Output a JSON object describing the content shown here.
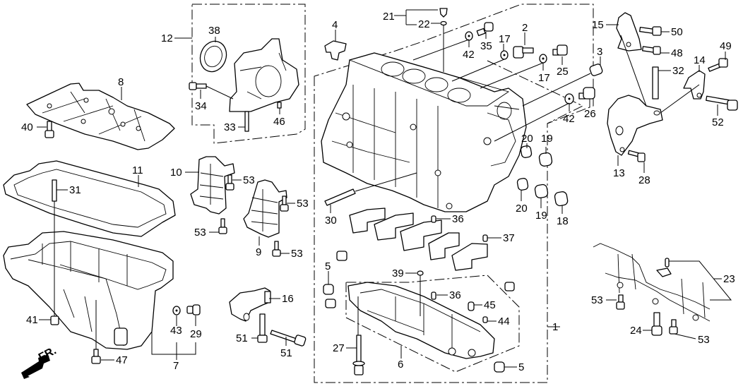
{
  "diagram": {
    "title": "Cylinder Block / Oil Pan exploded parts diagram",
    "direction_marker": "FR.",
    "callouts": [
      {
        "id": "c1",
        "label": "1"
      },
      {
        "id": "c2",
        "label": "2"
      },
      {
        "id": "c3",
        "label": "3"
      },
      {
        "id": "c4",
        "label": "4"
      },
      {
        "id": "c5a",
        "label": "5"
      },
      {
        "id": "c5b",
        "label": "5"
      },
      {
        "id": "c6",
        "label": "6"
      },
      {
        "id": "c7",
        "label": "7"
      },
      {
        "id": "c8",
        "label": "8"
      },
      {
        "id": "c9",
        "label": "9"
      },
      {
        "id": "c10",
        "label": "10"
      },
      {
        "id": "c11",
        "label": "11"
      },
      {
        "id": "c12",
        "label": "12"
      },
      {
        "id": "c13",
        "label": "13"
      },
      {
        "id": "c14",
        "label": "14"
      },
      {
        "id": "c15",
        "label": "15"
      },
      {
        "id": "c16",
        "label": "16"
      },
      {
        "id": "c17a",
        "label": "17"
      },
      {
        "id": "c17b",
        "label": "17"
      },
      {
        "id": "c18",
        "label": "18"
      },
      {
        "id": "c19a",
        "label": "19"
      },
      {
        "id": "c19b",
        "label": "19"
      },
      {
        "id": "c20a",
        "label": "20"
      },
      {
        "id": "c20b",
        "label": "20"
      },
      {
        "id": "c21",
        "label": "21"
      },
      {
        "id": "c22",
        "label": "22"
      },
      {
        "id": "c23",
        "label": "23"
      },
      {
        "id": "c24",
        "label": "24"
      },
      {
        "id": "c25",
        "label": "25"
      },
      {
        "id": "c26",
        "label": "26"
      },
      {
        "id": "c27",
        "label": "27"
      },
      {
        "id": "c28",
        "label": "28"
      },
      {
        "id": "c29",
        "label": "29"
      },
      {
        "id": "c30",
        "label": "30"
      },
      {
        "id": "c31",
        "label": "31"
      },
      {
        "id": "c32",
        "label": "32"
      },
      {
        "id": "c33",
        "label": "33"
      },
      {
        "id": "c34",
        "label": "34"
      },
      {
        "id": "c35",
        "label": "35"
      },
      {
        "id": "c36a",
        "label": "36"
      },
      {
        "id": "c36b",
        "label": "36"
      },
      {
        "id": "c37",
        "label": "37"
      },
      {
        "id": "c38",
        "label": "38"
      },
      {
        "id": "c39",
        "label": "39"
      },
      {
        "id": "c40",
        "label": "40"
      },
      {
        "id": "c41",
        "label": "41"
      },
      {
        "id": "c42a",
        "label": "42"
      },
      {
        "id": "c42b",
        "label": "42"
      },
      {
        "id": "c43",
        "label": "43"
      },
      {
        "id": "c44",
        "label": "44"
      },
      {
        "id": "c45",
        "label": "45"
      },
      {
        "id": "c46",
        "label": "46"
      },
      {
        "id": "c47",
        "label": "47"
      },
      {
        "id": "c48",
        "label": "48"
      },
      {
        "id": "c49",
        "label": "49"
      },
      {
        "id": "c50",
        "label": "50"
      },
      {
        "id": "c51a",
        "label": "51"
      },
      {
        "id": "c51b",
        "label": "51"
      },
      {
        "id": "c52",
        "label": "52"
      },
      {
        "id": "c53a",
        "label": "53"
      },
      {
        "id": "c53b",
        "label": "53"
      },
      {
        "id": "c53c",
        "label": "53"
      },
      {
        "id": "c53d",
        "label": "53"
      },
      {
        "id": "c53e",
        "label": "53"
      },
      {
        "id": "c53f",
        "label": "53"
      }
    ]
  }
}
